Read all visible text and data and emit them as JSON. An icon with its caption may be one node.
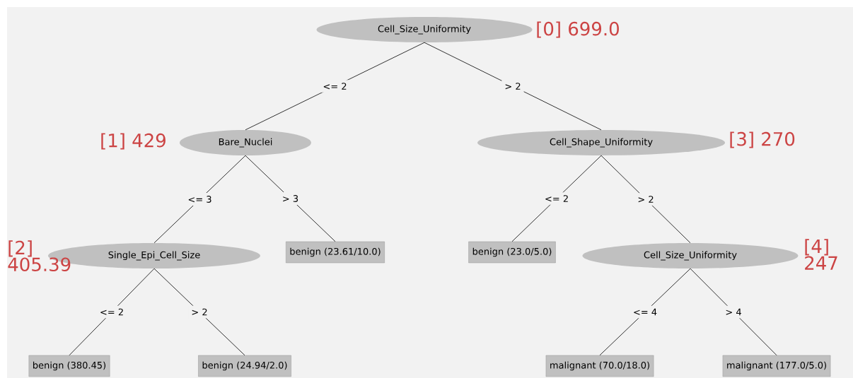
{
  "diagram": {
    "nodes": [
      {
        "text": [
          "Cell_Size_Uniformity"
        ],
        "beside": [
          "[0] 699.0"
        ]
      },
      {
        "text": [
          "Bare_Nuclei"
        ],
        "beside": [
          "[1] 429"
        ]
      },
      {
        "text": [
          "Cell_Shape_Uniformity"
        ],
        "beside": [
          "[3] 270"
        ]
      },
      {
        "text": [
          "Single_Epi_Cell_Size"
        ],
        "beside": [
          "[2] 405.39"
        ]
      },
      {
        "text": [
          "benign (23.61/10.0)"
        ]
      },
      {
        "text": [
          "benign (23.0/5.0)"
        ]
      },
      {
        "text": [
          "Cell_Size_Uniformity"
        ],
        "beside": [
          "[4] 247"
        ]
      },
      {
        "text": [
          "benign (380.45)"
        ]
      },
      {
        "text": [
          "benign (24.94/2.0)"
        ]
      },
      {
        "text": [
          "malignant (70.0/18.0)"
        ]
      },
      {
        "text": [
          "malignant (177.0/5.0)"
        ]
      }
    ],
    "edges": [
      {
        "from": 0,
        "to": 1,
        "arrow": "none",
        "label": "<= 2"
      },
      {
        "from": 0,
        "to": 2,
        "arrow": "none",
        "label": "> 2"
      },
      {
        "from": 1,
        "to": 3,
        "arrow": "none",
        "label": "<= 3"
      },
      {
        "from": 1,
        "to": 4,
        "arrow": "none",
        "label": "> 3"
      },
      {
        "from": 2,
        "to": 5,
        "arrow": "none",
        "label": "<= 2"
      },
      {
        "from": 2,
        "to": 6,
        "arrow": "none",
        "label": "> 2"
      },
      {
        "from": 3,
        "to": 7,
        "arrow": "none",
        "label": "<= 2"
      },
      {
        "from": 3,
        "to": 8,
        "arrow": "none",
        "label": "> 2"
      },
      {
        "from": 6,
        "to": 9,
        "arrow": "none",
        "label": "<= 4"
      },
      {
        "from": 6,
        "to": 10,
        "arrow": "none",
        "label": "> 4"
      }
    ]
  }
}
